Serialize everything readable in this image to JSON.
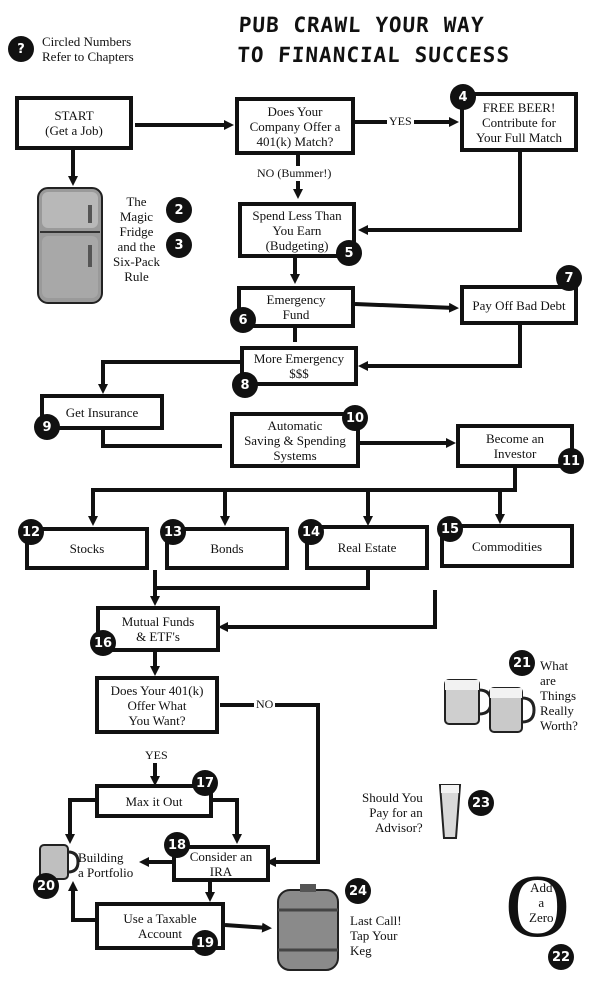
{
  "title": "PUB CRAWL YOUR WAY\nTO FINANCIAL SUCCESS",
  "legend": {
    "badge": "?",
    "text": "Circled Numbers\nRefer to Chapters"
  },
  "boxes": {
    "start": "START\n(Get a Job)",
    "match_q": "Does Your\nCompany Offer a\n401(k) Match?",
    "free_beer": "FREE BEER!\nContribute for\nYour Full Match",
    "spend_less": "Spend Less Than\nYou Earn\n(Budgeting)",
    "emergency": "Emergency\nFund",
    "bad_debt": "Pay Off Bad Debt",
    "more_emergency": "More Emergency\n$$$",
    "insurance": "Get Insurance",
    "automatic": "Automatic\nSaving & Spending\nSystems",
    "investor": "Become an\nInvestor",
    "stocks": "Stocks",
    "bonds": "Bonds",
    "real_estate": "Real Estate",
    "commodities": "Commodities",
    "mutual": "Mutual Funds\n& ETF's",
    "offer_q": "Does Your 401(k)\nOffer What\nYou Want?",
    "max_out": "Max it Out",
    "ira": "Consider an IRA",
    "taxable": "Use a Taxable\nAccount"
  },
  "labels": {
    "yes1": "YES",
    "no1": "NO (Bummer!)",
    "no2": "NO",
    "yes2": "YES"
  },
  "notes": {
    "fridge": "The\nMagic\nFridge\nand the\nSix-Pack\nRule",
    "worth": "What\nare\nThings\nReally\nWorth?",
    "advisor": "Should You\nPay for an\nAdvisor?",
    "portfolio": "Building\na Portfolio",
    "last_call": "Last Call!\nTap Your\nKeg",
    "zero": "Add\na\nZero",
    "zero_glyph": "O"
  },
  "badges": {
    "b2": "2",
    "b3": "3",
    "b4": "4",
    "b5": "5",
    "b6": "6",
    "b7": "7",
    "b8": "8",
    "b9": "9",
    "b10": "10",
    "b11": "11",
    "b12": "12",
    "b13": "13",
    "b14": "14",
    "b15": "15",
    "b16": "16",
    "b17": "17",
    "b18": "18",
    "b19": "19",
    "b20": "20",
    "b21": "21",
    "b22": "22",
    "b23": "23",
    "b24": "24"
  }
}
